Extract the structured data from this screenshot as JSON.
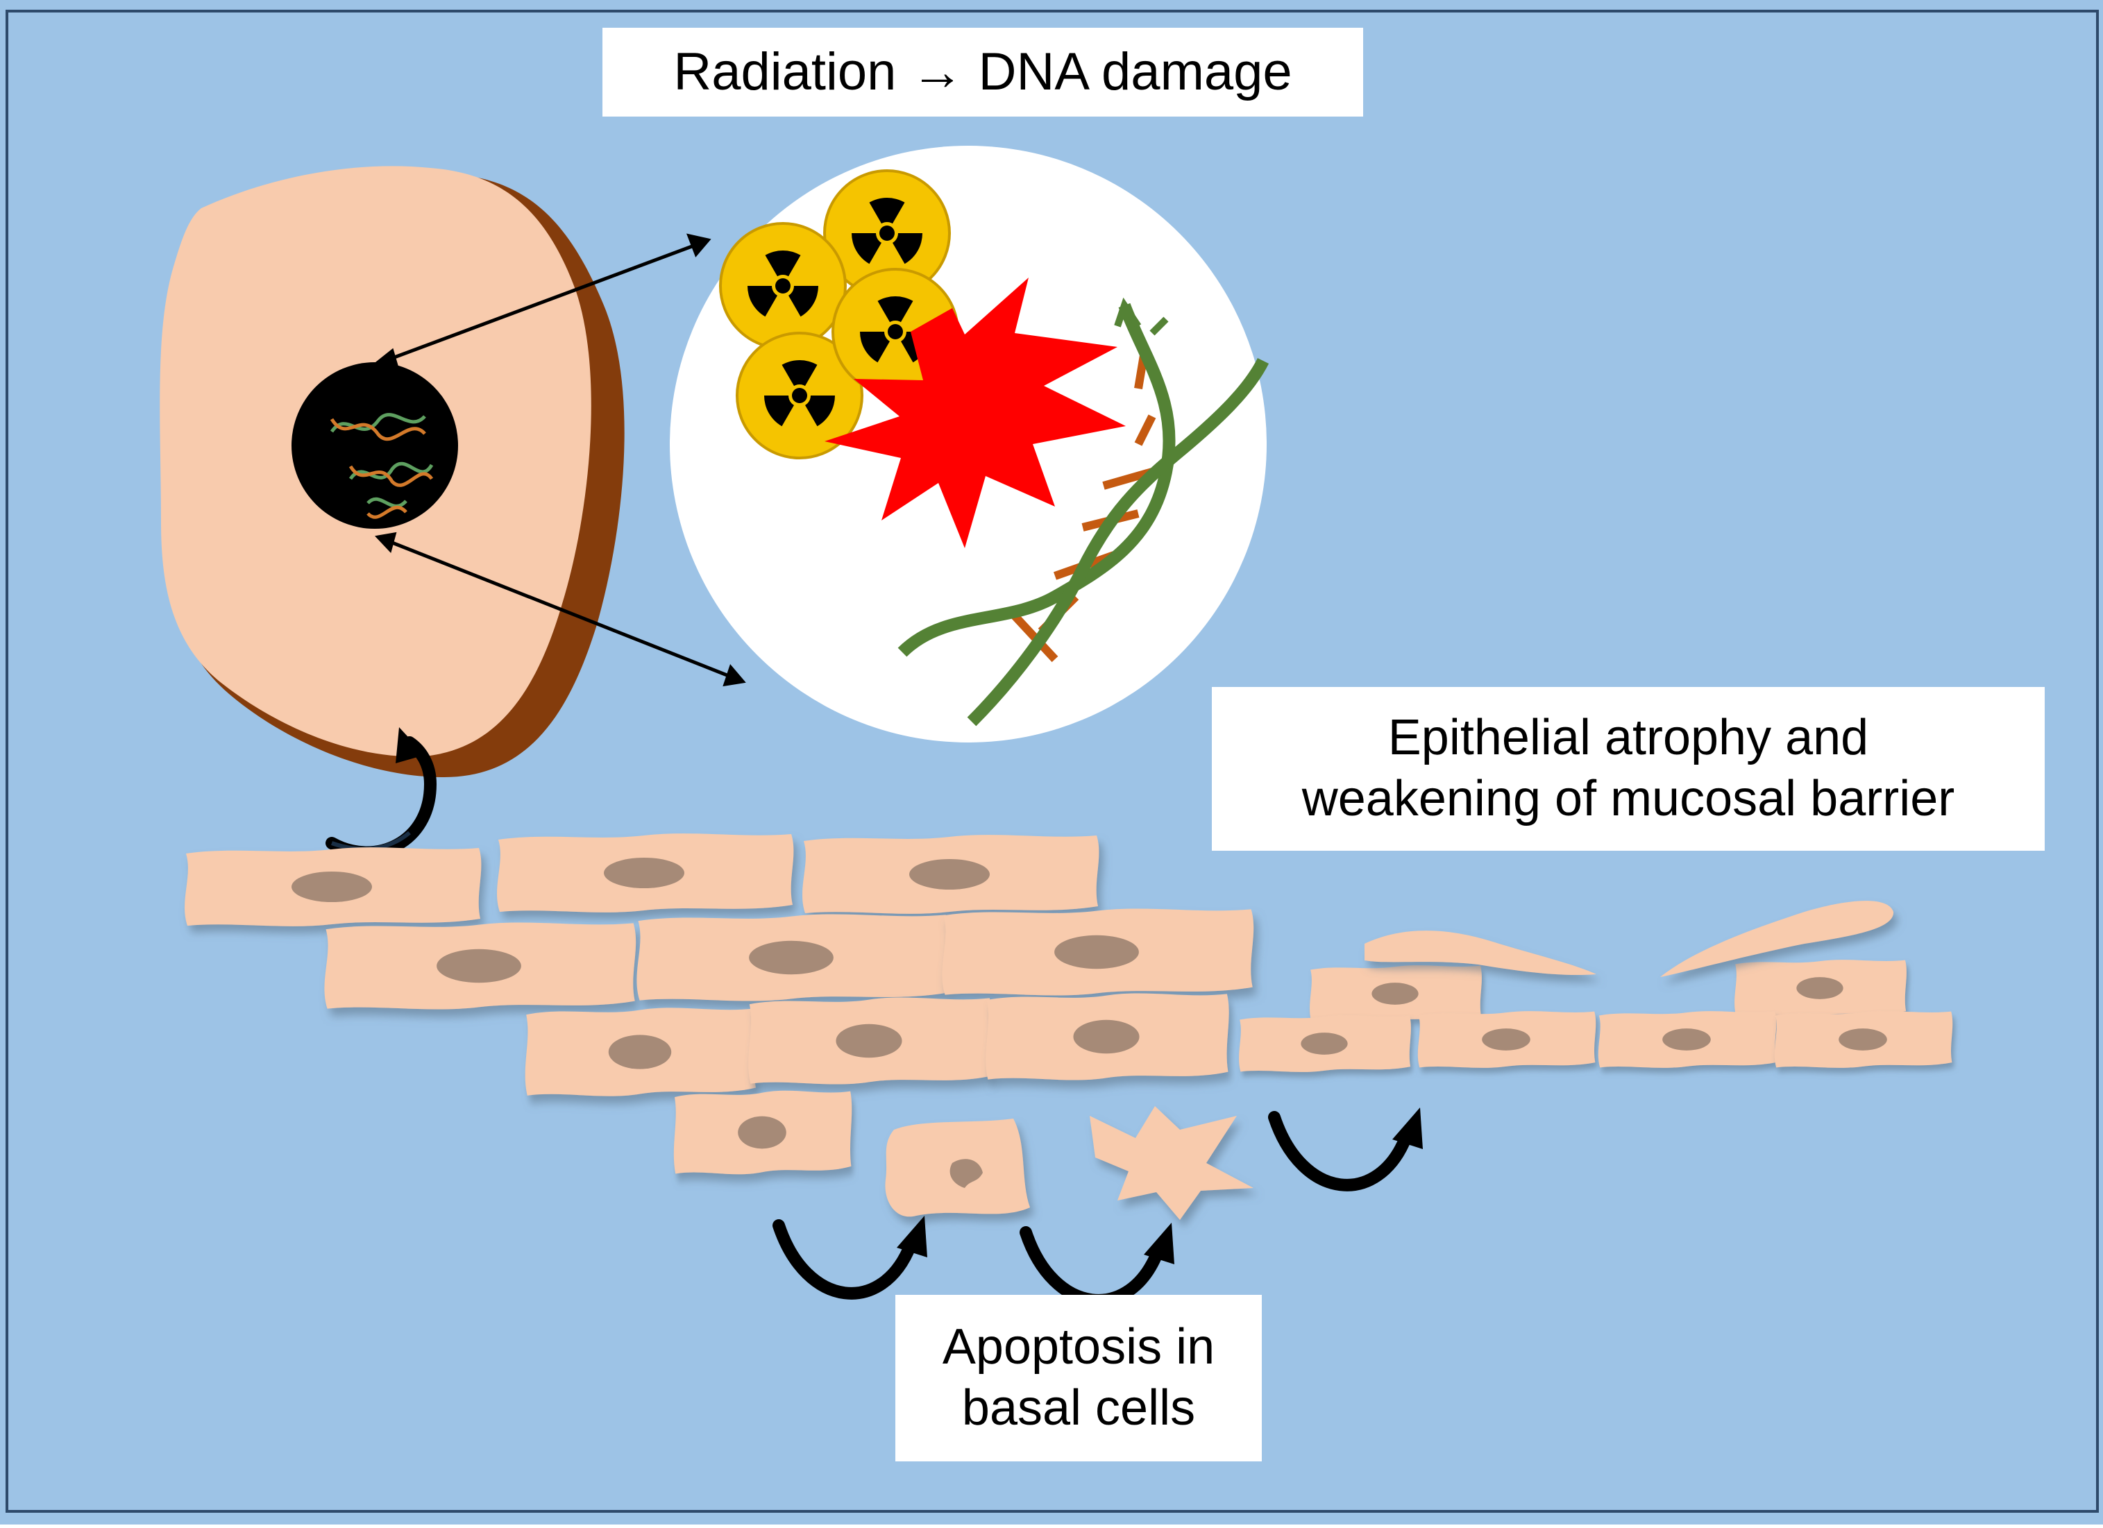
{
  "title": "Radiation →  DNA damage",
  "epithelial_label": {
    "line1": "Epithelial atrophy and",
    "line2": "weakening of mucosal barrier"
  },
  "apoptosis_label": {
    "line1": "Apoptosis in",
    "line2": "basal cells"
  },
  "colors": {
    "background": "#9dc3e6",
    "cell_fill": "#f8cbad",
    "cell_shadow": "#843c0c",
    "nucleus": "#a68a77",
    "burst": "#ff0000",
    "radiation_yellow": "#f5c400",
    "dna_strand": "#548235",
    "dna_rung": "#c55a11"
  },
  "icons": [
    "radiation-icon",
    "dna-helix-icon",
    "explosion-icon",
    "curved-arrow-icon"
  ]
}
